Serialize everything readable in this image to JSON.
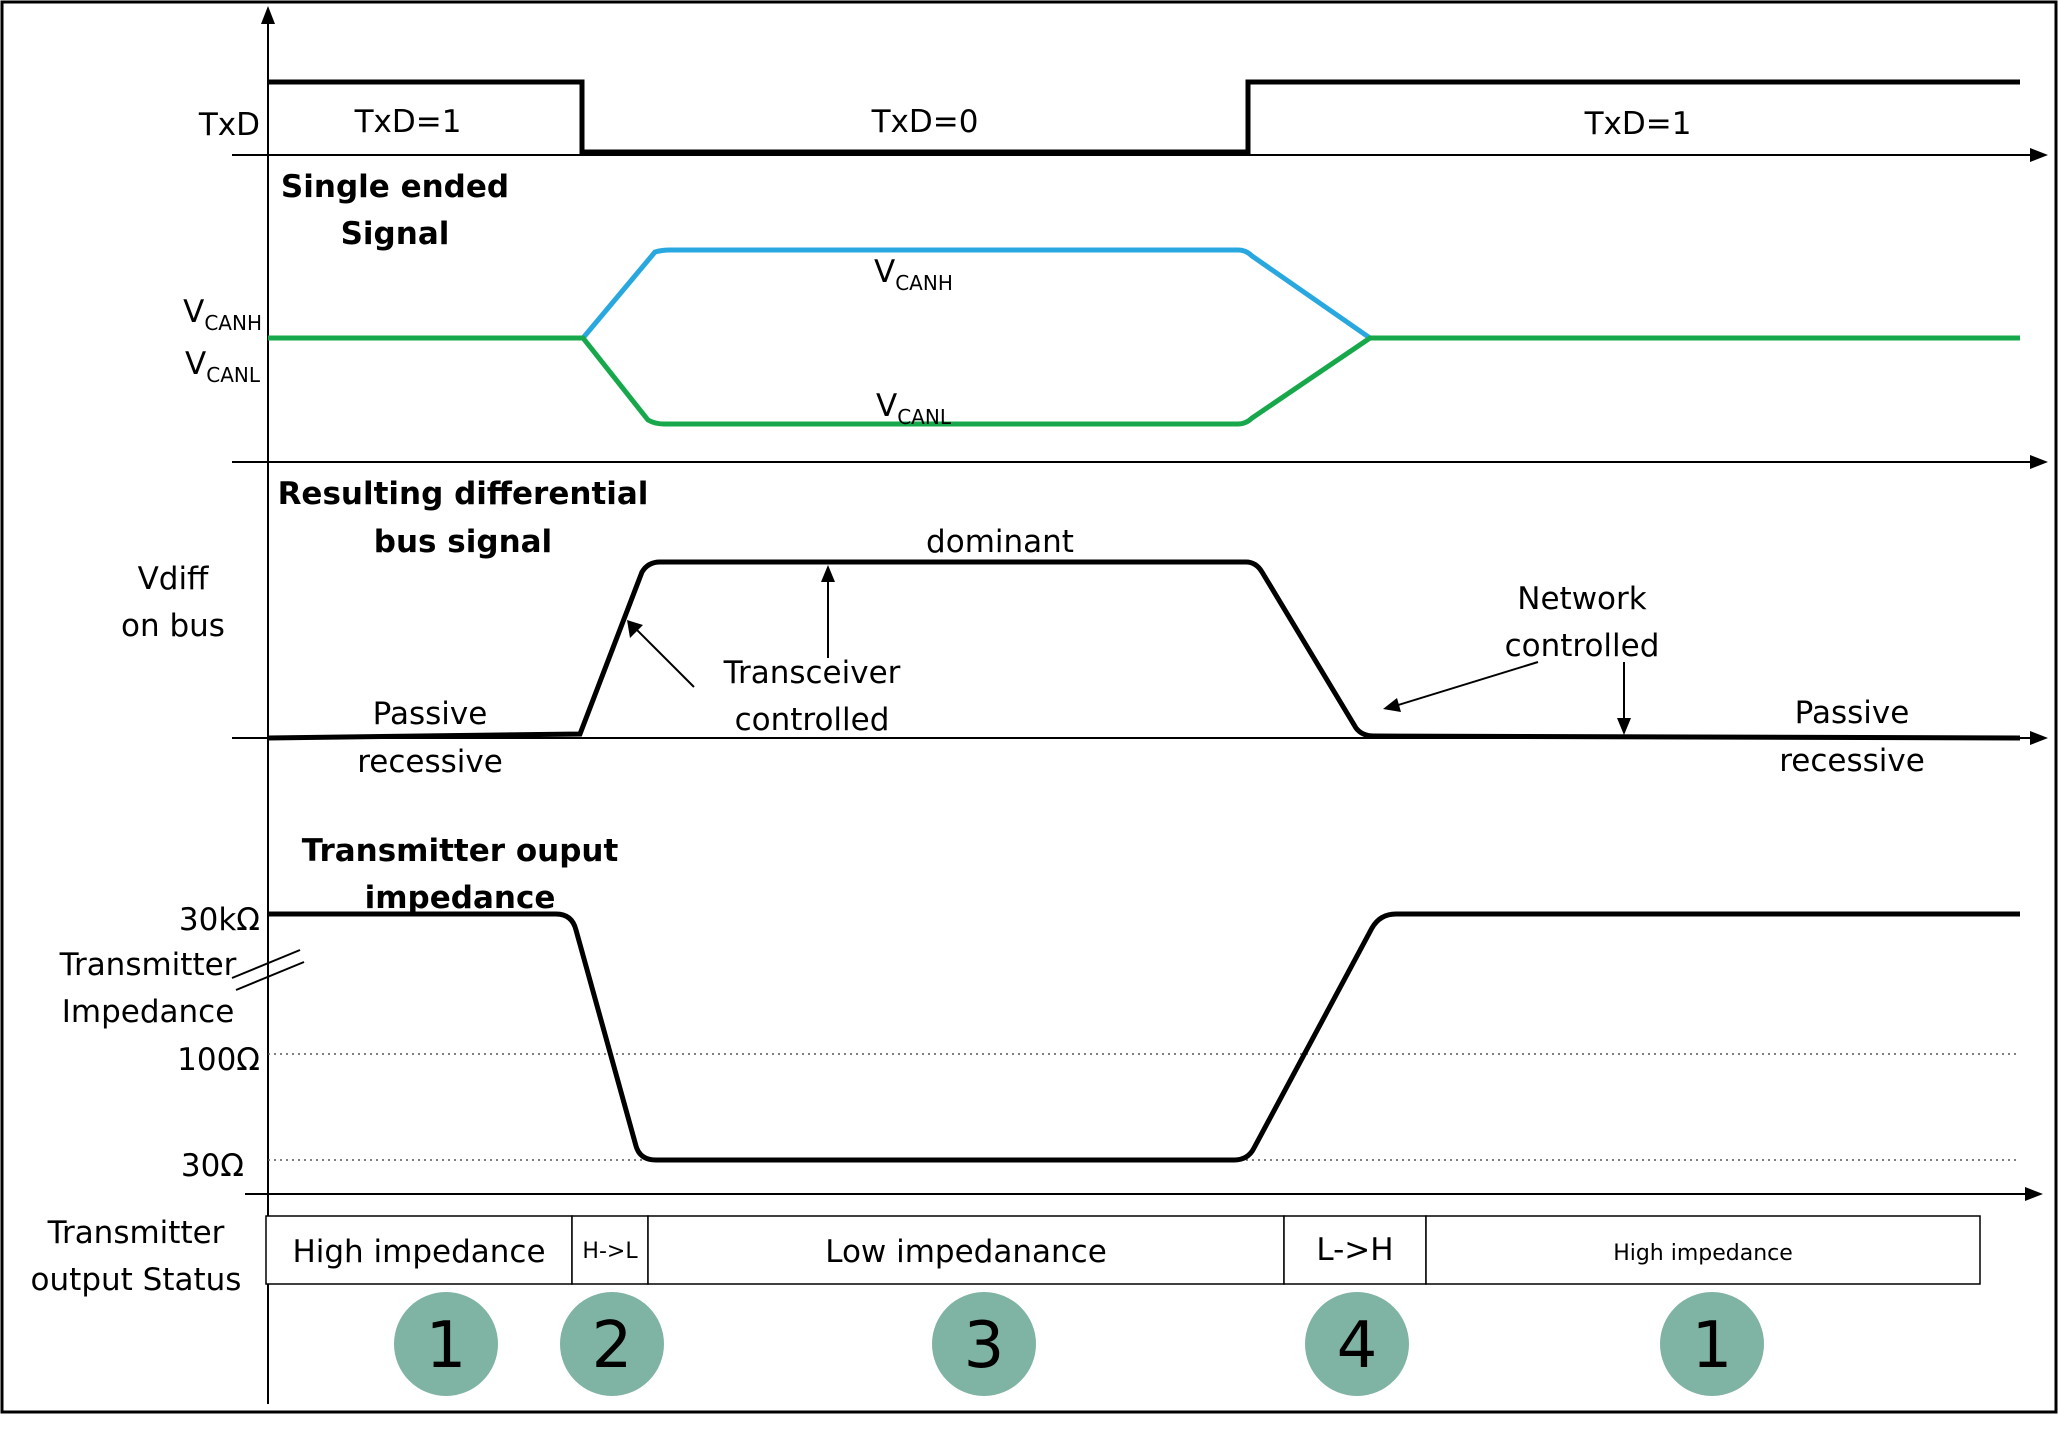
{
  "colors": {
    "canh": "#29A8E0",
    "canl": "#16A84A",
    "circle": "#7FB3A3",
    "line": "#000000"
  },
  "txd": {
    "axis_label": "TxD",
    "segments": [
      "TxD=1",
      "TxD=0",
      "TxD=1"
    ]
  },
  "single_ended": {
    "title_line1": "Single ended",
    "title_line2": "Signal",
    "canh_axis": {
      "main": "V",
      "sub": "CANH"
    },
    "canl_axis": {
      "main": "V",
      "sub": "CANL"
    },
    "canh_label": {
      "main": "V",
      "sub": "CANH"
    },
    "canl_label": {
      "main": "V",
      "sub": "CANL"
    }
  },
  "differential": {
    "title_line1": "Resulting differential",
    "title_line2": "bus signal",
    "axis_line1": "Vdiff",
    "axis_line2": "on bus",
    "dominant": "dominant",
    "transceiver_line1": "Transceiver",
    "transceiver_line2": "controlled",
    "network_line1": "Network",
    "network_line2": "controlled",
    "passive_left_line1": "Passive",
    "passive_left_line2": "recessive",
    "passive_right_line1": "Passive",
    "passive_right_line2": "recessive"
  },
  "impedance": {
    "title_line1": "Transmitter ouput",
    "title_line2": "impedance",
    "axis_line1": "Transmitter",
    "axis_line2": "Impedance",
    "tick_high": "30kΩ",
    "tick_mid": "100Ω",
    "tick_low": "30Ω"
  },
  "status": {
    "label_line1": "Transmitter",
    "label_line2": "output Status",
    "boxes": [
      "High impedance",
      "H->L",
      "Low impedanance",
      "L->H",
      "High impedance"
    ]
  },
  "phases": [
    "1",
    "2",
    "3",
    "4",
    "1"
  ]
}
